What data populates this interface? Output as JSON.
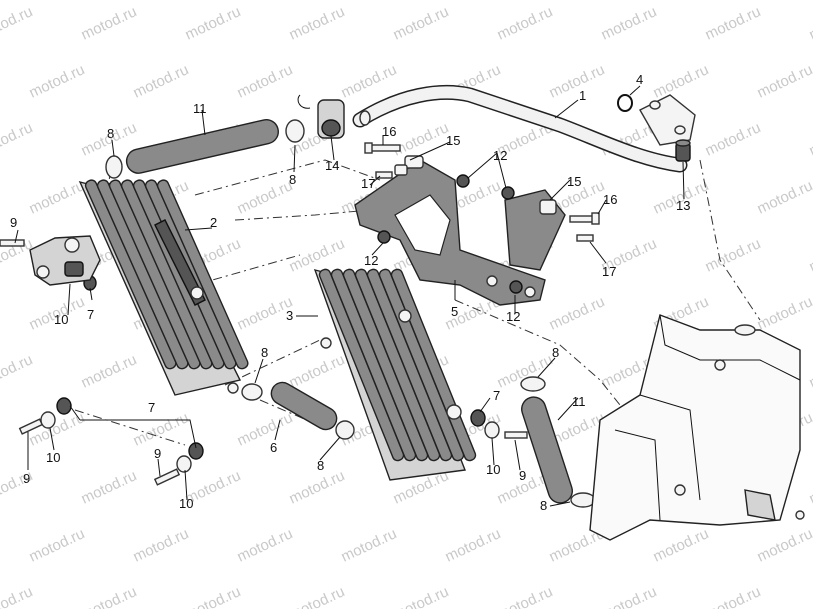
{
  "watermark": "motod.ru",
  "callouts": [
    {
      "id": "c1",
      "text": "1"
    },
    {
      "id": "c2",
      "text": "2"
    },
    {
      "id": "c3",
      "text": "3"
    },
    {
      "id": "c4",
      "text": "4"
    },
    {
      "id": "c5",
      "text": "5"
    },
    {
      "id": "c6",
      "text": "6"
    },
    {
      "id": "c7a",
      "text": "7"
    },
    {
      "id": "c7b",
      "text": "7"
    },
    {
      "id": "c7c",
      "text": "7"
    },
    {
      "id": "c8a",
      "text": "8"
    },
    {
      "id": "c8b",
      "text": "8"
    },
    {
      "id": "c8c",
      "text": "8"
    },
    {
      "id": "c8d",
      "text": "8"
    },
    {
      "id": "c8e",
      "text": "8"
    },
    {
      "id": "c8f",
      "text": "8"
    },
    {
      "id": "c9a",
      "text": "9"
    },
    {
      "id": "c9b",
      "text": "9"
    },
    {
      "id": "c9c",
      "text": "9"
    },
    {
      "id": "c9d",
      "text": "9"
    },
    {
      "id": "c10a",
      "text": "10"
    },
    {
      "id": "c10b",
      "text": "10"
    },
    {
      "id": "c10c",
      "text": "10"
    },
    {
      "id": "c10d",
      "text": "10"
    },
    {
      "id": "c11a",
      "text": "11"
    },
    {
      "id": "c11b",
      "text": "11"
    },
    {
      "id": "c12a",
      "text": "12"
    },
    {
      "id": "c12b",
      "text": "12"
    },
    {
      "id": "c12c",
      "text": "12"
    },
    {
      "id": "c13",
      "text": "13"
    },
    {
      "id": "c14",
      "text": "14"
    },
    {
      "id": "c15a",
      "text": "15"
    },
    {
      "id": "c15b",
      "text": "15"
    },
    {
      "id": "c16a",
      "text": "16"
    },
    {
      "id": "c16b",
      "text": "16"
    },
    {
      "id": "c17a",
      "text": "17"
    },
    {
      "id": "c17b",
      "text": "17"
    }
  ]
}
